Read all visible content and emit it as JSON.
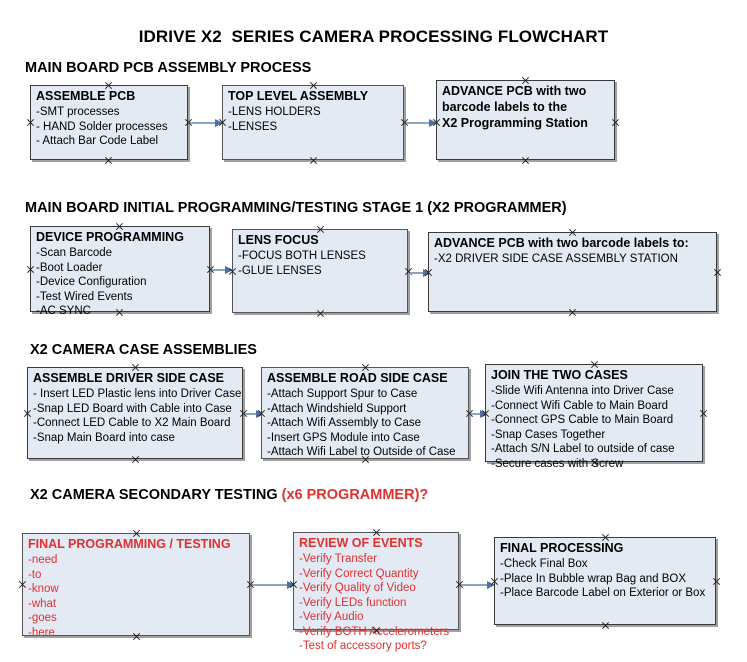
{
  "title": "IDRIVE X2  SERIES CAMERA PROCESSING FLOWCHART",
  "colors": {
    "node_fill": "#e3eaf4",
    "node_border": "#3a3a3a",
    "accent_red": "#e03030",
    "connector": "#8aa6c0",
    "arrowhead": "#4a6fa5",
    "text": "#000000"
  },
  "sections": [
    {
      "id": "main-board-pcb-assembly",
      "heading": "MAIN BOARD PCB ASSEMBLY PROCESS",
      "heading_accent": "",
      "nodes": [
        {
          "id": "assemble-pcb",
          "title": "ASSEMBLE PCB",
          "lines": [
            "-SMT processes",
            "- HAND Solder processes",
            "- Attach Bar Code Label"
          ],
          "color": "black"
        },
        {
          "id": "top-level-assembly",
          "title": "TOP LEVEL ASSEMBLY",
          "lines": [
            "-LENS HOLDERS",
            "-LENSES"
          ],
          "color": "black"
        },
        {
          "id": "advance-pcb-x2-programming-station",
          "title": "ADVANCE PCB with two",
          "lines": [
            "barcode labels to the",
            " X2 Programming Station"
          ],
          "color": "black"
        }
      ]
    },
    {
      "id": "main-board-initial-programming",
      "heading": "MAIN BOARD INITIAL PROGRAMMING/TESTING STAGE 1 (X2 PROGRAMMER)",
      "heading_accent": "",
      "nodes": [
        {
          "id": "device-programming",
          "title": "DEVICE PROGRAMMING",
          "lines": [
            "-Scan Barcode",
            "-Boot Loader",
            "-Device Configuration",
            "-Test Wired Events",
            "-AC SYNC"
          ],
          "color": "black"
        },
        {
          "id": "lens-focus",
          "title": "LENS FOCUS",
          "lines": [
            "-FOCUS BOTH LENSES",
            "-GLUE LENSES"
          ],
          "color": "black"
        },
        {
          "id": "advance-pcb-driver-side-case",
          "title": "ADVANCE PCB with two barcode labels to:",
          "lines": [
            "-X2 DRIVER  SIDE  CASE  ASSEMBLY STATION"
          ],
          "color": "black"
        }
      ]
    },
    {
      "id": "x2-camera-case-assemblies",
      "heading": "X2 CAMERA CASE ASSEMBLIES",
      "heading_accent": "",
      "nodes": [
        {
          "id": "assemble-driver-side-case",
          "title": "ASSEMBLE DRIVER SIDE CASE",
          "lines": [
            "- Insert LED Plastic lens into Driver Case",
            "-Snap LED Board with Cable into Case",
            "-Connect LED Cable to X2 Main Board",
            "-Snap Main Board into case"
          ],
          "color": "black"
        },
        {
          "id": "assemble-road-side-case",
          "title": "ASSEMBLE ROAD SIDE CASE",
          "lines": [
            "-Attach Support Spur to Case",
            "-Attach Windshield Support",
            "-Attach Wifi Assembly to Case",
            "-Insert GPS Module into Case",
            "-Attach Wifi Label to Outside of Case"
          ],
          "color": "black"
        },
        {
          "id": "join-the-two-cases",
          "title": "JOIN THE TWO CASES",
          "lines": [
            "-Slide Wifi Antenna into Driver Case",
            "-Connect Wifi Cable to Main Board",
            "-Connect GPS Cable to Main Board",
            "-Snap Cases Together",
            "-Attach S/N Label to outside of case",
            "-Secure cases with Screw"
          ],
          "color": "black"
        }
      ]
    },
    {
      "id": "x2-camera-secondary-testing",
      "heading": "X2 CAMERA SECONDARY TESTING ",
      "heading_accent": "(x6 PROGRAMMER)?",
      "nodes": [
        {
          "id": "final-programming-testing",
          "title": "FINAL PROGRAMMING / TESTING",
          "lines": [
            "-need",
            "-to",
            "-know",
            "-what",
            "-goes",
            "-here"
          ],
          "color": "red"
        },
        {
          "id": "review-of-events",
          "title": "REVIEW OF EVENTS",
          "lines": [
            "-Verify Transfer",
            "-Verify Correct Quantity",
            "-Verify Quality of Video",
            "-Verify LEDs function",
            "-Verify Audio",
            "-Verify BOTH Accelerometers",
            "-Test of accessory ports?"
          ],
          "color": "red"
        },
        {
          "id": "final-processing",
          "title": "FINAL PROCESSING",
          "lines": [
            " -Check Final Box",
            "-Place In Bubble wrap Bag and BOX",
            "-Place Barcode Label on Exterior or Box"
          ],
          "color": "black"
        }
      ]
    }
  ]
}
